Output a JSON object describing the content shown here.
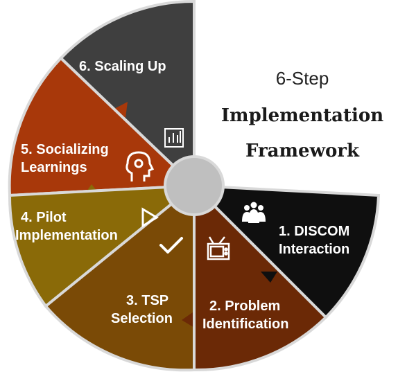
{
  "title": {
    "line1": "6-Step",
    "line2": "Implementation",
    "line3": "Framework"
  },
  "steps": [
    {
      "id": 1,
      "lines": [
        "1. DISCOM",
        "Interaction"
      ],
      "color": "#0f0f0f",
      "icon": "people-group-icon"
    },
    {
      "id": 2,
      "lines": [
        "2. Problem",
        "Identification"
      ],
      "color": "#6b2906",
      "icon": "tv-icon"
    },
    {
      "id": 3,
      "lines": [
        "3. TSP",
        "Selection"
      ],
      "color": "#7a4a06",
      "icon": "checkmark-icon"
    },
    {
      "id": 4,
      "lines": [
        "4. Pilot",
        "Implementation"
      ],
      "color": "#8a6a08",
      "icon": "play-icon"
    },
    {
      "id": 5,
      "lines": [
        "5. Socializing",
        "Learnings"
      ],
      "color": "#a8380a",
      "icon": "head-idea-icon"
    },
    {
      "id": 6,
      "lines": [
        "6. Scaling Up"
      ],
      "color": "#3f3f3f",
      "icon": "bar-chart-icon"
    }
  ],
  "colors": {
    "border": "#d9d9d9",
    "center_hub": "#bfbfbf"
  }
}
